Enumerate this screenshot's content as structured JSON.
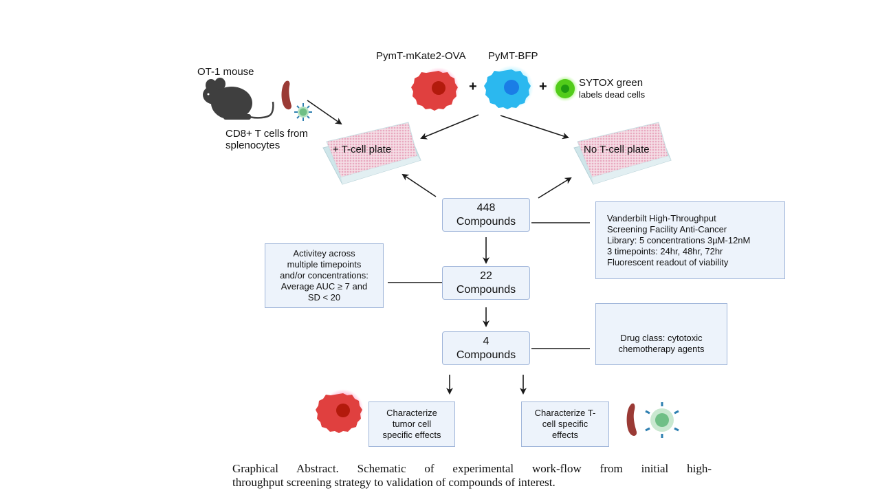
{
  "diagram": {
    "mouse_label": "OT-1 mouse",
    "tcell_source_label": "CD8+ T cells from\nsplenocytes",
    "cell_line_1": "PymT-mKate2-OVA",
    "cell_line_2": "PyMT-BFP",
    "plus": "+",
    "sytox_label": "SYTOX green",
    "sytox_sublabel": "labels dead cells",
    "plate_left_label": "+ T-cell plate",
    "plate_right_label": "No T-cell plate",
    "stage_1": {
      "count": "448",
      "unit": "Compounds"
    },
    "stage_2": {
      "count": "22",
      "unit": "Compounds"
    },
    "stage_3": {
      "count": "4",
      "unit": "Compounds"
    },
    "library_note": "Vanderbilt High-Throughput\nScreening Facility Anti-Cancer\nLibrary: 5 concentrations 3µM-12nM\n3 timepoints: 24hr, 48hr, 72hr\nFluorescent readout of viability",
    "criteria_note": "Activitey across\nmultiple timepoints\nand/or concentrations:\nAverage AUC ≥ 7 and\nSD < 20",
    "drug_class_note": "Drug class: cytotoxic\nchemotherapy agents",
    "outcome_tumor": "Characterize\ntumor cell\nspecific effects",
    "outcome_tcell": "Characterize T-\ncell specific\neffects",
    "colors": {
      "tumor_red": "#e0403f",
      "tumor_nucleus": "#b31a0c",
      "bfp_blue": "#2bb8ef",
      "bfp_nucleus": "#1a7de6",
      "sytox_green": "#52cc1a",
      "box_fill": "#edf3fb",
      "box_border": "#9fb5d9",
      "spleen": "#9a3a35",
      "tcell_green": "#8fcf9f",
      "mouse": "#3f3f3f"
    }
  },
  "caption": {
    "line1": "Graphical Abstract. Schematic of experimental work-flow from initial high-",
    "line2": "throughput screening strategy to validation of compounds of interest."
  }
}
